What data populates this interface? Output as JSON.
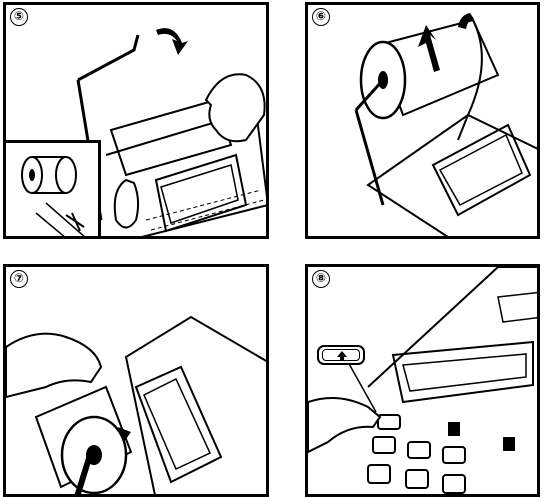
{
  "steps": [
    {
      "number": "⑤"
    },
    {
      "number": "⑥"
    },
    {
      "number": "⑦"
    },
    {
      "number": "⑧"
    }
  ],
  "icons": {
    "step5": [
      "paper-roll-icon",
      "scissors-icon",
      "arrow-up-icon",
      "hand-icon"
    ],
    "step6": [
      "paper-roll-icon",
      "arrow-up-icon"
    ],
    "step7": [
      "paper-roll-icon",
      "hand-icon",
      "arrow-right-icon"
    ],
    "step8": [
      "feed-key-icon",
      "hand-icon",
      "keypad-icon"
    ]
  },
  "feed_key_symbol": "arrow-up-icon"
}
